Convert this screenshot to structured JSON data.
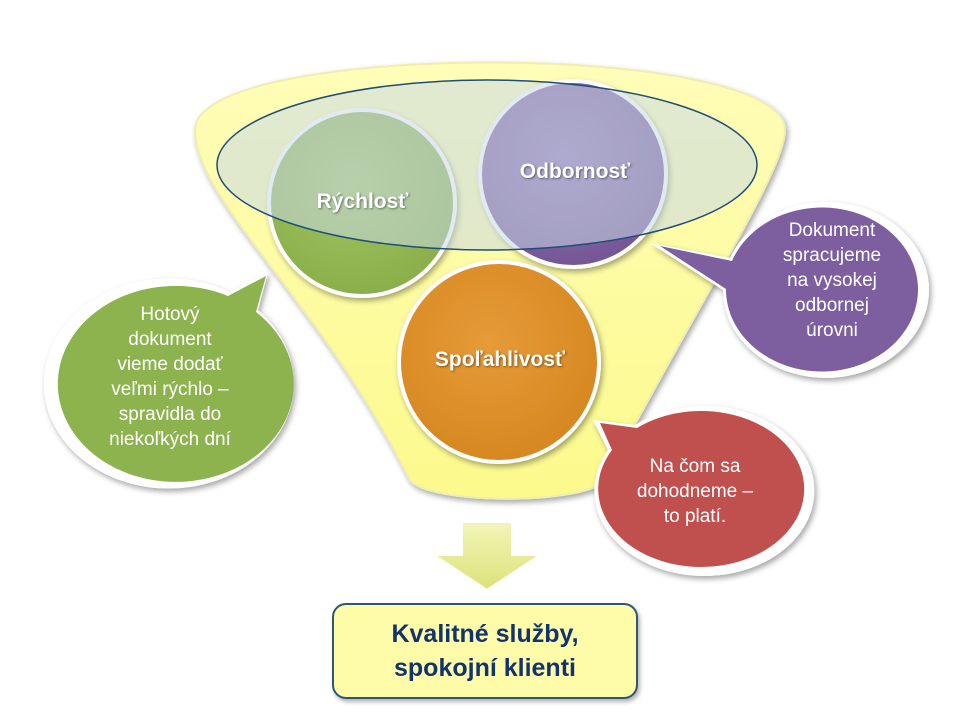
{
  "circles": {
    "rychlost": "Rýchlosť",
    "odbornost": "Odbornosť",
    "spolahlivost": "Spoľahlivosť"
  },
  "bubbles": {
    "green": [
      "Hotový",
      "dokument",
      "vieme dodať",
      "veľmi rýchlo –",
      "spravidla do",
      "niekoľkých dní"
    ],
    "purple": [
      "Dokument",
      "spracujeme",
      "na vysokej",
      "odbornej",
      "úrovni"
    ],
    "red": [
      "Na čom sa",
      "dohodneme –",
      "to platí."
    ]
  },
  "result": [
    "Kvalitné služby,",
    "spokojní klienti"
  ],
  "colors": {
    "funnel": "#fefca0",
    "funnel_rim": "#d8e4b0",
    "green": "#8db34f",
    "purple": "#7d5fa0",
    "orange": "#dc8f2a",
    "red": "#c0504d",
    "result_text": "#12336e"
  }
}
